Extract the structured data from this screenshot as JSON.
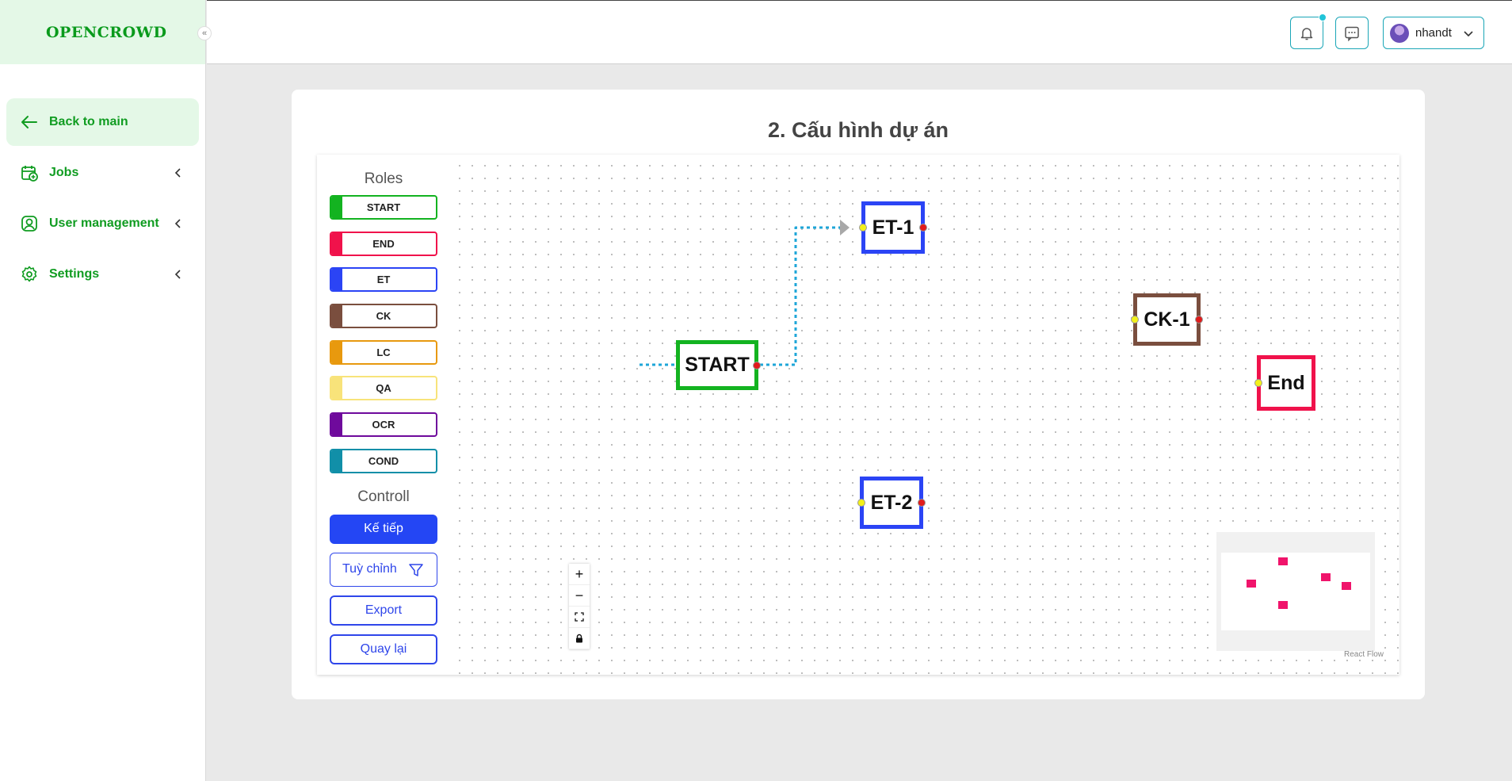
{
  "brand": {
    "logo_text": "OPENCROWD",
    "collapse_glyph": "«"
  },
  "sidebar": {
    "items": [
      {
        "label": "Back to main",
        "icon": "arrow-left-icon",
        "active": true
      },
      {
        "label": "Jobs",
        "icon": "calendar-plus-icon",
        "active": false
      },
      {
        "label": "User management",
        "icon": "user-circle-icon",
        "active": false
      },
      {
        "label": "Settings",
        "icon": "gear-icon",
        "active": false
      }
    ]
  },
  "header": {
    "user_name": "nhandt",
    "icons": [
      "bell-icon",
      "chat-icon",
      "chevron-down-icon"
    ]
  },
  "page": {
    "title": "2. Cấu hình dự án"
  },
  "roles": {
    "label": "Roles",
    "items": [
      {
        "label": "START",
        "color": "#13b320"
      },
      {
        "label": "END",
        "color": "#f0124b"
      },
      {
        "label": "ET",
        "color": "#2b44f5"
      },
      {
        "label": "CK",
        "color": "#7a4e3e"
      },
      {
        "label": "LC",
        "color": "#e8990e"
      },
      {
        "label": "QA",
        "color": "#f8e37a"
      },
      {
        "label": "OCR",
        "color": "#6f0a9c"
      },
      {
        "label": "COND",
        "color": "#118fa8"
      }
    ]
  },
  "controls": {
    "label": "Controll",
    "next": "Kế tiếp",
    "custom": "Tuỳ chỉnh",
    "export": "Export",
    "back": "Quay lại"
  },
  "flow": {
    "nodes": [
      {
        "id": "start",
        "label": "START",
        "color": "#13b320"
      },
      {
        "id": "et1",
        "label": "ET-1",
        "color": "#2b44f5"
      },
      {
        "id": "ck1",
        "label": "CK-1",
        "color": "#7a4e3e"
      },
      {
        "id": "end",
        "label": "End",
        "color": "#f0124b"
      },
      {
        "id": "et2",
        "label": "ET-2",
        "color": "#2b44f5"
      }
    ],
    "edges": [
      {
        "from": "START",
        "to": "ET-1",
        "style": "dashed",
        "color": "#1ea6d8"
      }
    ],
    "zoom_controls": [
      "+",
      "−",
      "⛶",
      "🔒"
    ],
    "attribution": "React Flow",
    "minimap_node_color": "#f0146b"
  }
}
